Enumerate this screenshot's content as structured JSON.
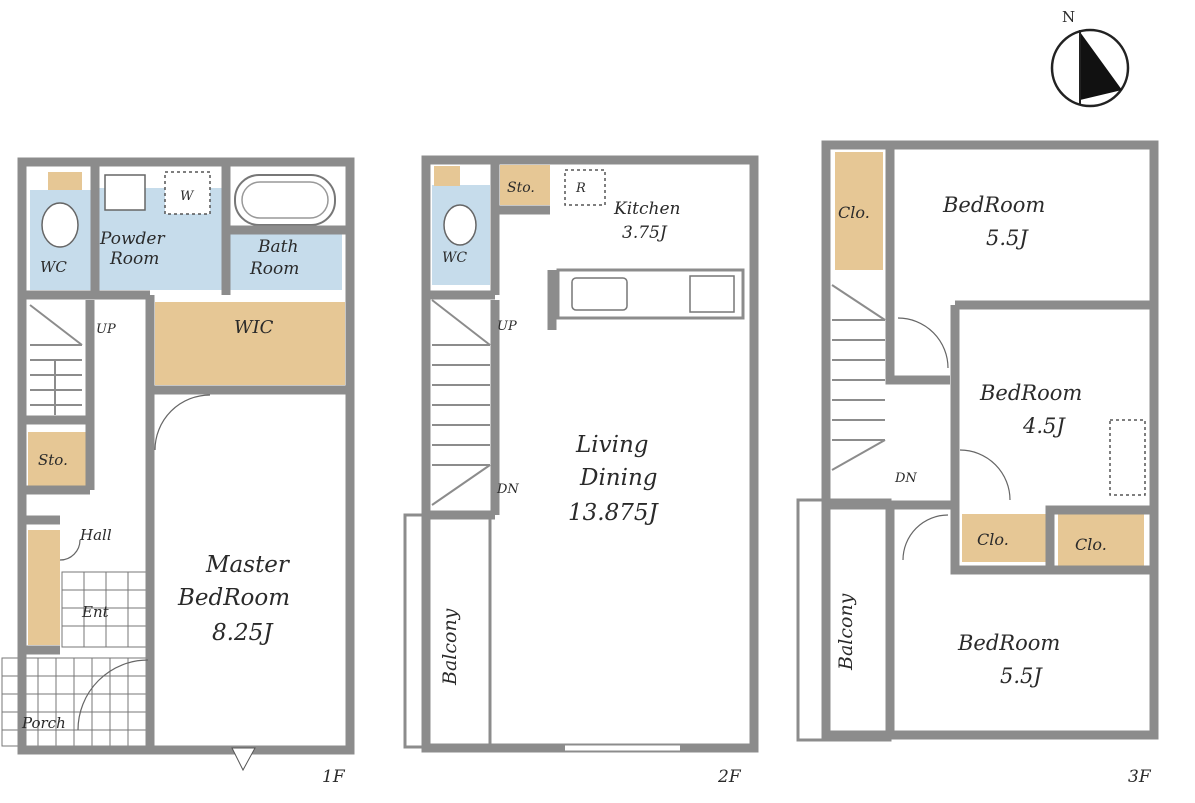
{
  "colors": {
    "wall": "#8c8c8c",
    "wet_area": "#c6dceb",
    "storage": "#e6c795"
  },
  "compass": {
    "north_label": "N"
  },
  "floor1": {
    "label": "1F",
    "rooms": {
      "wc": "WC",
      "powder_1": "Powder",
      "powder_2": "Room",
      "washer": "W",
      "bath_1": "Bath",
      "bath_2": "Room",
      "wic": "WIC",
      "up": "UP",
      "sto": "Sto.",
      "hall": "Hall",
      "ent": "Ent",
      "porch": "Porch",
      "master_1": "Master",
      "master_2": "BedRoom",
      "master_size": "8.25J"
    }
  },
  "floor2": {
    "label": "2F",
    "rooms": {
      "wc": "WC",
      "sto": "Sto.",
      "fridge": "R",
      "kitchen": "Kitchen",
      "kitchen_size": "3.75J",
      "up": "UP",
      "dn": "DN",
      "living_1": "Living",
      "living_2": "Dining",
      "living_size": "13.875J",
      "balcony": "Balcony"
    }
  },
  "floor3": {
    "label": "3F",
    "rooms": {
      "clo_a": "Clo.",
      "bed_a": "BedRoom",
      "bed_a_size": "5.5J",
      "bed_b": "BedRoom",
      "bed_b_size": "4.5J",
      "dn": "DN",
      "clo_b": "Clo.",
      "clo_c": "Clo.",
      "bed_c": "BedRoom",
      "bed_c_size": "5.5J",
      "balcony": "Balcony"
    }
  }
}
